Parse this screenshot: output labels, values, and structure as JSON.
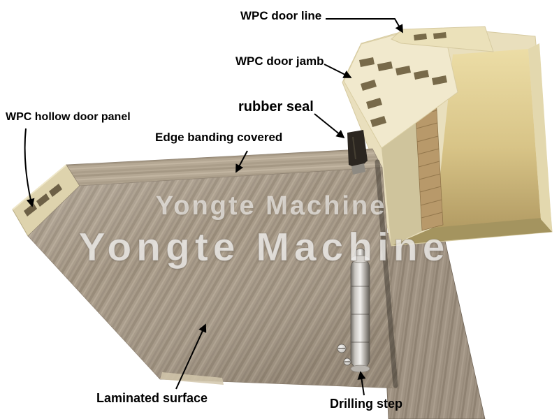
{
  "watermarks": {
    "upper": "Yongte Machine",
    "lower": "Yongte Machine"
  },
  "annotations": {
    "door_line": "WPC door line",
    "door_jamb": "WPC door jamb",
    "rubber_seal": "rubber seal",
    "hollow_panel": "WPC hollow door panel",
    "edge_banding": "Edge banding covered",
    "laminated_surface": "Laminated surface",
    "drilling_step": "Drilling step"
  },
  "colors": {
    "background": "#ffffff",
    "annotation_text": "#000000",
    "arrow": "#000000",
    "door_laminate": "#a89b89",
    "edge_band": "#b5a894",
    "wpc_core_cream": "#e9dfbd",
    "jamb_interior": "#d8c487",
    "plywood_strip": "#b8996a",
    "hinge_metal": "#c7c4bf",
    "watermark": "#ffffff"
  }
}
